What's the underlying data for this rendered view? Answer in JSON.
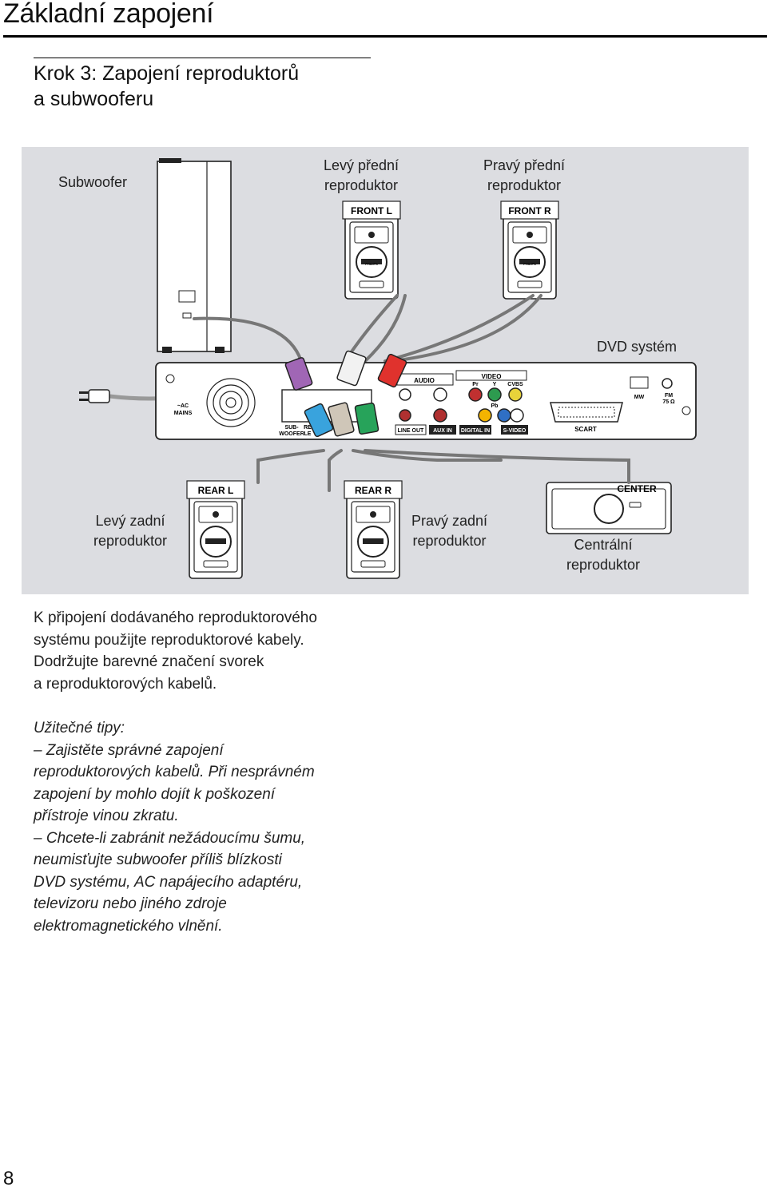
{
  "page": {
    "title": "Základní zapojení",
    "step_title_lines": [
      "Krok 3: Zapojení reproduktorů",
      "a subwooferu"
    ],
    "page_number": "8"
  },
  "figure": {
    "captions": {
      "subwoofer": "Subwoofer",
      "front_left": [
        "Levý přední",
        "reproduktor"
      ],
      "front_right": [
        "Pravý přední",
        "reproduktor"
      ],
      "dvd_system": "DVD systém",
      "rear_left": [
        "Levý zadní",
        "reproduktor"
      ],
      "rear_right": [
        "Pravý zadní",
        "reproduktor"
      ],
      "center": [
        "Centrální",
        "reproduktor"
      ]
    },
    "speaker_labels": {
      "front_l": "FRONT  L",
      "front_r": "FRONT  R",
      "rear_l": "REAR  L",
      "rear_r": "REAR  R",
      "center": "CENTER"
    },
    "panel_labels": {
      "ac_mains": [
        "~AC",
        "MAINS"
      ],
      "subwoofer_port": [
        "SUB-",
        "WOOFER"
      ],
      "rear_port": [
        "RE",
        "LE"
      ],
      "audio": "AUDIO",
      "video": "VIDEO",
      "pr": "Pr",
      "y": "Y",
      "pb": "Pb",
      "cvbs": "CVBS",
      "line_out": "LINE OUT",
      "aux_in": "AUX IN",
      "digital_in": "DIGITAL IN",
      "s_video": "S-VIDEO",
      "scart": "SCART",
      "mw": "MW",
      "fm": [
        "FM",
        "75 Ω"
      ],
      "brand": "PHILIPS"
    },
    "colors": {
      "background": "#dcdde1",
      "purple_connector": "#a066b5",
      "white_connector": "#f2f2f2",
      "red_connector": "#e0322d",
      "blue_connector": "#39a3dd",
      "grey_connector": "#cfc6b8",
      "green_connector": "#27a35a"
    }
  },
  "body": {
    "paragraph_lines": [
      "K připojení dodávaného reproduktorového",
      "systému použijte reproduktorové kabely.",
      "Dodržujte barevné značení svorek",
      "a reproduktorových kabelů."
    ]
  },
  "tips": {
    "lines": [
      "Užitečné tipy:",
      "–  Zajistěte správné zapojení",
      "reproduktorových kabelů. Při nesprávném",
      "zapojení by mohlo dojít k poškození",
      "přístroje vinou zkratu.",
      "–  Chcete-li zabránit nežádoucímu šumu,",
      "neumisťujte subwoofer příliš blízkosti",
      "DVD systému, AC napájecího adaptéru,",
      "televizoru nebo jiného zdroje",
      "elektromagnetického vlnění."
    ]
  }
}
